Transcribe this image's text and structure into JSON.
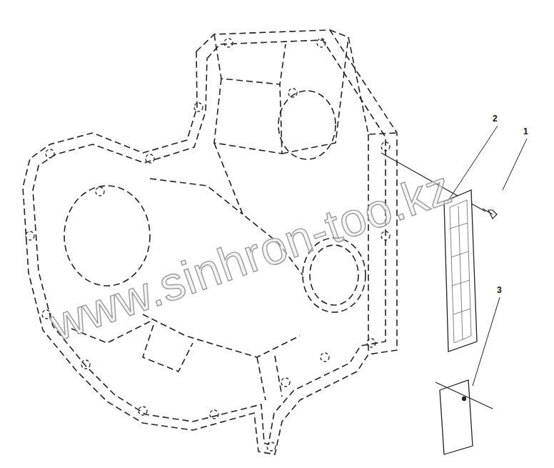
{
  "diagram": {
    "labels": [
      "2",
      "1",
      "3",
      "www.sinhron-too.kz"
    ]
  }
}
